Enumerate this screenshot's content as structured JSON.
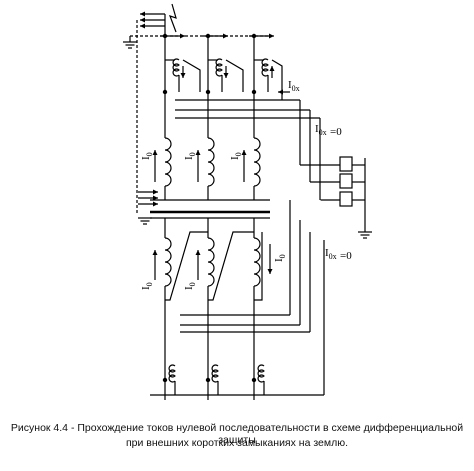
{
  "labels": {
    "i0": "I",
    "i0_sub": "0",
    "i0x": "I",
    "i0x_sub": "0x",
    "i0x_zero": "I",
    "i0x_zero_sub": "0x",
    "eq_zero": "=0"
  },
  "caption": {
    "line1": "Рисунок 4.4 -  Прохождение токов нулевой последовательности в схеме дифференциальной защиты",
    "line2": "при внешних коротких замыканиях на землю."
  }
}
